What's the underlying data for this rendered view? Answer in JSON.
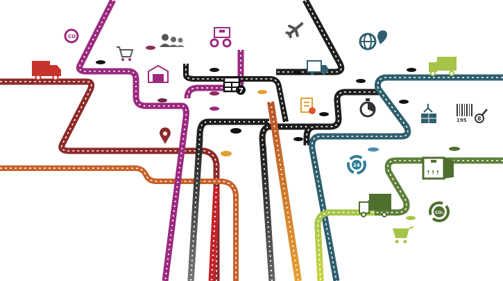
{
  "illustration": {
    "subject": "logistics roadmap with converging colored roads and icons",
    "colors": {
      "magenta": "#9b2a7f",
      "maroon": "#8e2a2a",
      "orange": "#c8612a",
      "black": "#222222",
      "gray": "#555555",
      "red": "#c4242a",
      "yellow": "#e8c63a",
      "teal": "#2f5f6e",
      "green": "#5e7f3a",
      "lime": "#a6c447",
      "red_icon": "#c8322c"
    },
    "icons": [
      {
        "name": "co2-cycle",
        "label": "CO₂",
        "color": "#9b2a7f"
      },
      {
        "name": "delivery-truck-red",
        "color": "#c8322c"
      },
      {
        "name": "shopping-cart",
        "color": "#555555"
      },
      {
        "name": "call-center-people",
        "color": "#555555"
      },
      {
        "name": "conveyor-package",
        "color": "#9b2a7f"
      },
      {
        "name": "warehouse",
        "color": "#9b2a7f"
      },
      {
        "name": "calendar",
        "label": "7",
        "color": "#222222"
      },
      {
        "name": "airplane",
        "color": "#555555"
      },
      {
        "name": "package-truck",
        "color": "#2f5f6e"
      },
      {
        "name": "checklist",
        "color": "#e0a030"
      },
      {
        "name": "stopwatch",
        "color": "#333333"
      },
      {
        "name": "globe-pin",
        "color": "#2f5f6e"
      },
      {
        "name": "truck-lime",
        "color": "#a6c447"
      },
      {
        "name": "container-crane",
        "color": "#2f5f6e"
      },
      {
        "name": "barcode-magnifier",
        "label": "195",
        "digit": "8",
        "color": "#333333"
      },
      {
        "name": "24-hours",
        "label": "24",
        "color": "#2f7f9a"
      },
      {
        "name": "fragile-box",
        "color": "#4f6f2e"
      },
      {
        "name": "delivery-truck-green",
        "color": "#4f6f2e"
      },
      {
        "name": "co2-cycle-green",
        "label": "CO₂",
        "color": "#4f6f2e"
      },
      {
        "name": "shopping-cart-lime",
        "color": "#a6c447"
      },
      {
        "name": "location-pin",
        "color": "#8e2a2a"
      }
    ]
  }
}
